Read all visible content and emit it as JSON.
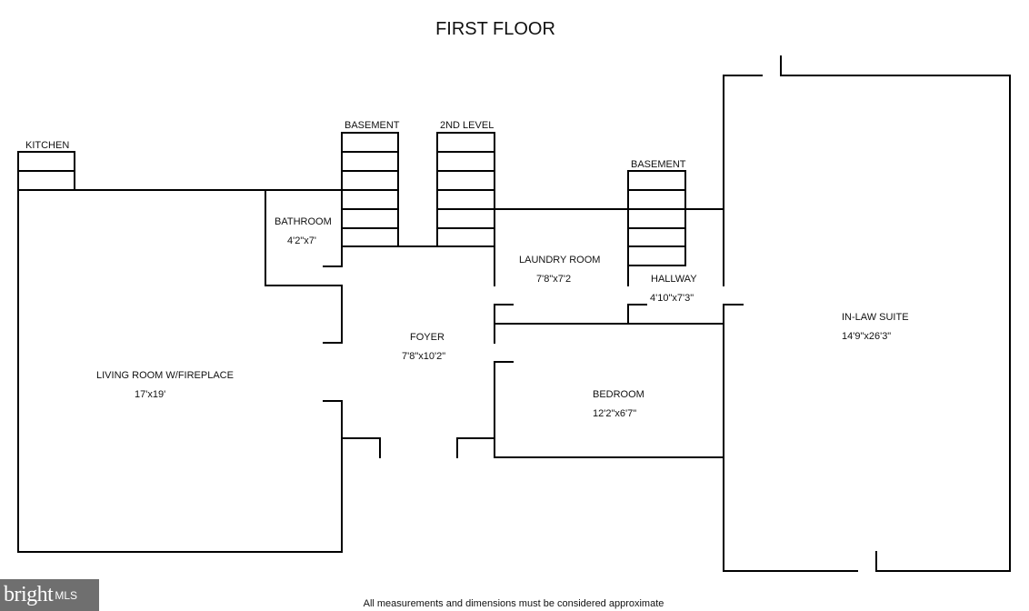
{
  "title": "FIRST FLOOR",
  "footnote": "All measurements and dimensions must be considered approximate",
  "logo": {
    "brand": "bright",
    "suffix": "MLS"
  },
  "rooms": {
    "kitchen": {
      "name": "KITCHEN"
    },
    "basement_stairs_1": {
      "name": "BASEMENT"
    },
    "second_level_stairs": {
      "name": "2ND LEVEL"
    },
    "basement_stairs_2": {
      "name": "BASEMENT"
    },
    "bathroom": {
      "name": "BATHROOM",
      "size": "4'2\"x7'"
    },
    "laundry": {
      "name": "LAUNDRY ROOM",
      "size": "7'8\"x7'2"
    },
    "hallway": {
      "name": "HALLWAY",
      "size": "4'10\"x7'3\""
    },
    "foyer": {
      "name": "FOYER",
      "size": "7'8\"x10'2\""
    },
    "living_room": {
      "name": "LIVING ROOM W/FIREPLACE",
      "size": "17'x19'"
    },
    "bedroom": {
      "name": "BEDROOM",
      "size": "12'2\"x6'7\""
    },
    "in_law_suite": {
      "name": "IN-LAW SUITE",
      "size": "14'9\"x26'3\""
    }
  }
}
